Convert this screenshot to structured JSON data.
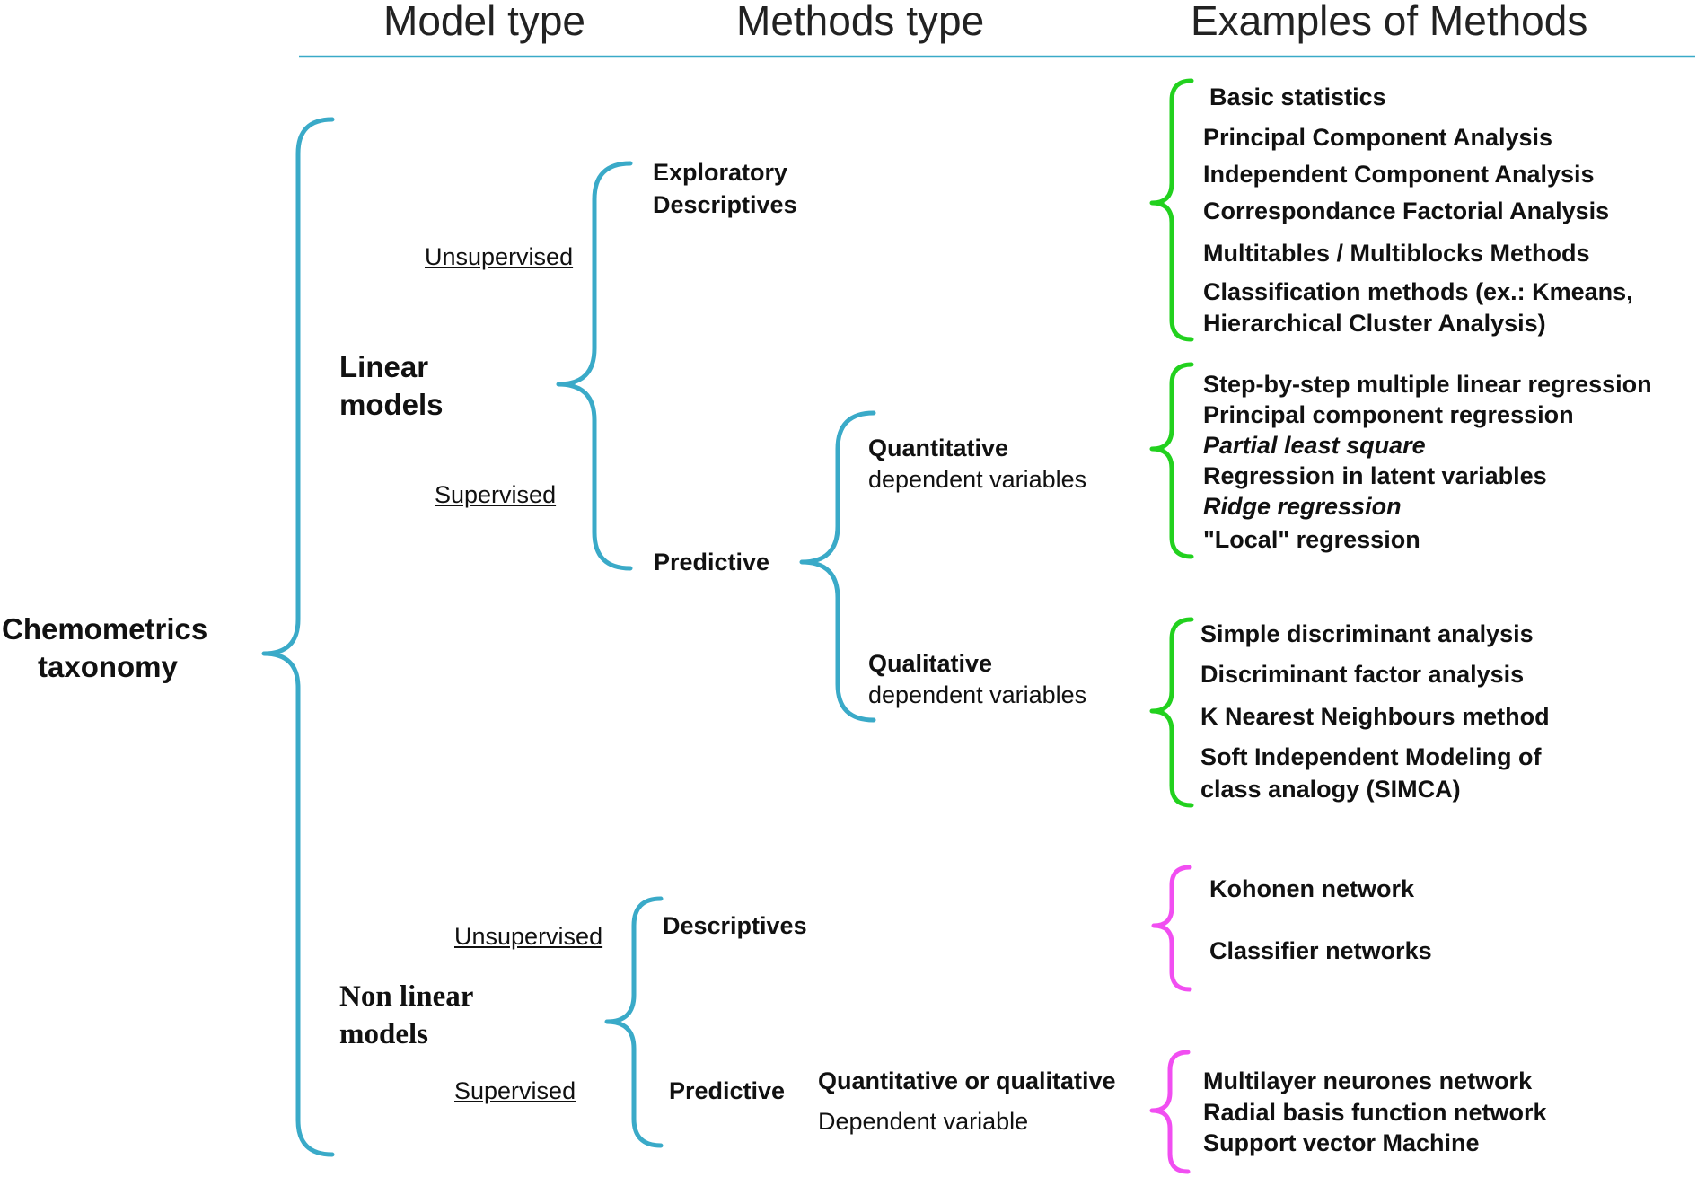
{
  "headers": {
    "model_type": "Model type",
    "methods_type": "Methods type",
    "examples": "Examples of Methods"
  },
  "root": {
    "line1": "Chemometrics",
    "line2": "taxonomy"
  },
  "linear": {
    "line1": "Linear",
    "line2": "models",
    "unsupervised": "Unsupervised",
    "supervised": "Supervised",
    "exploratory_line1": "Exploratory",
    "exploratory_line2": "Descriptives",
    "predictive": "Predictive",
    "quantitative_title": "Quantitative",
    "quantitative_sub": "dependent variables",
    "qualitative_title": "Qualitative",
    "qualitative_sub": "dependent variables"
  },
  "nonlinear": {
    "line1": "Non linear",
    "line2": "models",
    "unsupervised": "Unsupervised",
    "supervised": "Supervised",
    "descriptives": "Descriptives",
    "predictive": "Predictive",
    "quant_or_qual": "Quantitative or qualitative",
    "dependent": "Dependent variable"
  },
  "examples": {
    "exploratory": [
      "Basic statistics",
      "Principal Component Analysis",
      "Independent Component Analysis",
      "Correspondance Factorial Analysis",
      "Multitables / Multiblocks Methods",
      "Classification methods (ex.: Kmeans,",
      "Hierarchical Cluster Analysis)"
    ],
    "quantitative": [
      "Step-by-step multiple linear regression",
      "Principal component regression",
      "Partial least square",
      "Regression in latent variables",
      "Ridge regression",
      "\"Local\" regression"
    ],
    "qualitative": [
      "Simple discriminant analysis",
      "Discriminant factor analysis",
      "K Nearest Neighbours method",
      "Soft Independent Modeling of",
      "class analogy (SIMCA)"
    ],
    "nl_descriptive": [
      "Kohonen network",
      "Classifier networks"
    ],
    "nl_predictive": [
      "Multilayer neurones network",
      "Radial basis function network",
      "Support vector Machine"
    ]
  },
  "colors": {
    "blue_brace": "#3aaac8",
    "green_brace": "#22d11e",
    "magenta_brace": "#f14ef1",
    "header_rule": "#3aaac8"
  }
}
